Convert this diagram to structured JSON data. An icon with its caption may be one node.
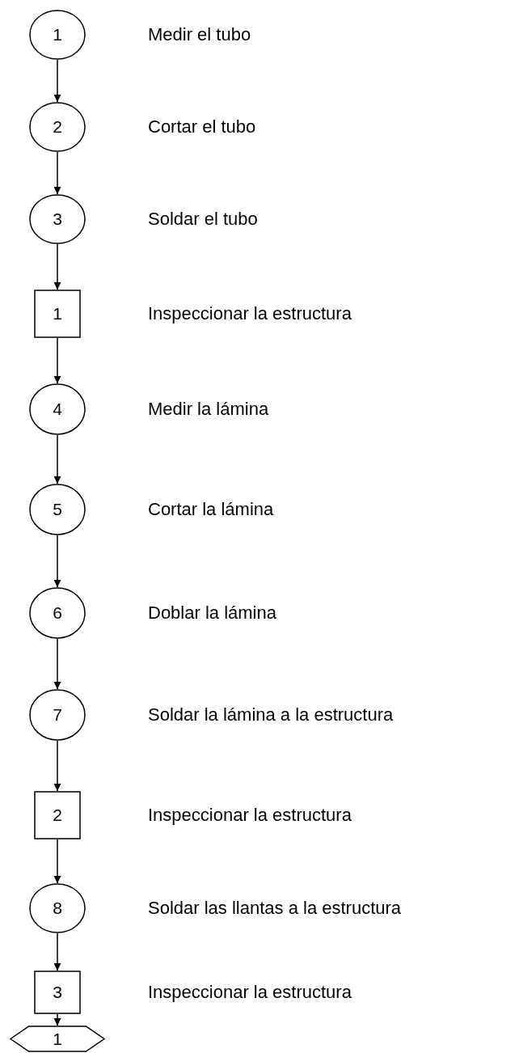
{
  "diagram": {
    "nodes": [
      {
        "text": [
          "1"
        ],
        "beside": [
          "Medir el tubo"
        ]
      },
      {
        "text": [
          "2"
        ],
        "beside": [
          "Cortar el tubo"
        ]
      },
      {
        "text": [
          "3"
        ],
        "beside": [
          "Soldar el tubo"
        ]
      },
      {
        "text": [
          "1"
        ],
        "beside": [
          "Inspeccionar la estructura"
        ]
      },
      {
        "text": [
          "4"
        ],
        "beside": [
          "Medir la lámina"
        ]
      },
      {
        "text": [
          "5"
        ],
        "beside": [
          "Cortar la lámina"
        ]
      },
      {
        "text": [
          "6"
        ],
        "beside": [
          "Doblar la lámina"
        ]
      },
      {
        "text": [
          "7"
        ],
        "beside": [
          "Soldar la lámina a la estructura"
        ]
      },
      {
        "text": [
          "2"
        ],
        "beside": [
          "Inspeccionar la estructura"
        ]
      },
      {
        "text": [
          "8"
        ],
        "beside": [
          "Soldar las llantas a la estructura"
        ]
      },
      {
        "text": [
          "3"
        ],
        "beside": [
          "Inspeccionar la estructura"
        ]
      },
      {
        "text": [
          "1"
        ]
      }
    ],
    "edges": [
      {
        "from": 0,
        "to": 1,
        "arrow": "to"
      },
      {
        "from": 1,
        "to": 2,
        "arrow": "to"
      },
      {
        "from": 2,
        "to": 3,
        "arrow": "to"
      },
      {
        "from": 3,
        "to": 4,
        "arrow": "to"
      },
      {
        "from": 4,
        "to": 5,
        "arrow": "to"
      },
      {
        "from": 5,
        "to": 6,
        "arrow": "to"
      },
      {
        "from": 6,
        "to": 7,
        "arrow": "to"
      },
      {
        "from": 7,
        "to": 8,
        "arrow": "to"
      },
      {
        "from": 8,
        "to": 9,
        "arrow": "to"
      },
      {
        "from": 9,
        "to": 10,
        "arrow": "to"
      },
      {
        "from": 10,
        "to": 11,
        "arrow": "to"
      }
    ]
  }
}
